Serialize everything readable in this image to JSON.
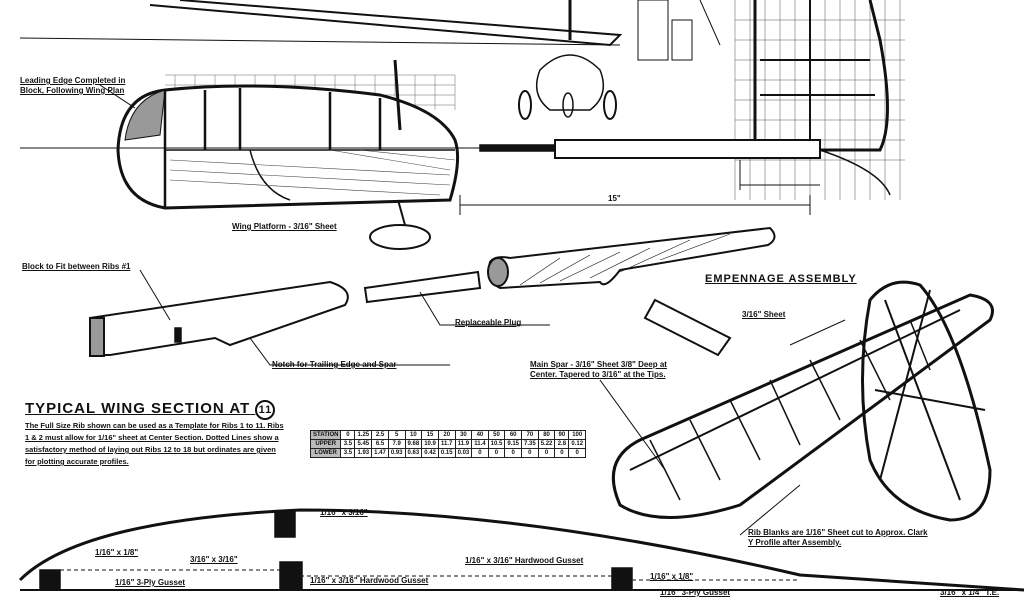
{
  "labels": {
    "nose_note": "Leading Edge Completed in Block, Following Wing Plan",
    "wing_platform": "Wing Platform - 3/16\" Sheet",
    "dimension_15": "15\"",
    "fit_note": "Block to Fit between Ribs #1",
    "replaceable_plug": "Replaceable Plug",
    "notch_note": "Notch for Trailing Edge and Spar",
    "empennage_title": "EMPENNAGE ASSEMBLY",
    "sheet_note": "3/16\" Sheet",
    "main_spar": "Main Spar - 3/16\" Sheet 3/8\" Deep at Center. Tapered to 3/16\" at the Tips.",
    "rib_blanks": "Rib Blanks are 1/16\" Sheet cut to Approx. Clark Y Profile after Assembly.",
    "wing_section_title": "TYPICAL WING SECTION AT",
    "wing_section_number": "11",
    "wing_section_text": "The Full Size Rib shown can be used as a Template for Ribs 1 to 11. Ribs 1 & 2 must allow for 1/16\" sheet at Center Section. Dotted Lines show a satisfactory method of laying out Ribs 12 to 18 but ordinates are given for plotting accurate profiles.",
    "b1": "1/16\" x 3/16\"",
    "b2": "1/16\" x 1/8\"",
    "b3": "3/16\" x 3/16\"",
    "b4": "1/16\" 3-Ply Gusset",
    "b5": "1/16\" x 3/16\" Hardwood Gusset",
    "b6": "1/16\" x 3/16\" Hardwood Gusset",
    "b7": "1/16\" x 1/8\"",
    "b8": "1/16\" 3-Ply Gusset",
    "b9": "3/16\" x 1/4\" T.E."
  },
  "ordinates": {
    "rows": [
      [
        "STATION",
        "0",
        "1.25",
        "2.5",
        "5",
        "10",
        "15",
        "20",
        "30",
        "40",
        "50",
        "60",
        "70",
        "80",
        "90",
        "100"
      ],
      [
        "UPPER",
        "3.5",
        "5.45",
        "6.5",
        "7.9",
        "9.68",
        "10.9",
        "11.7",
        "11.9",
        "11.4",
        "10.5",
        "9.15",
        "7.35",
        "5.22",
        "2.8",
        "0.12"
      ],
      [
        "LOWER",
        "3.5",
        "1.93",
        "1.47",
        "0.93",
        "0.63",
        "0.42",
        "0.15",
        "0.03",
        "0",
        "0",
        "0",
        "0",
        "0",
        "0",
        "0"
      ]
    ]
  }
}
